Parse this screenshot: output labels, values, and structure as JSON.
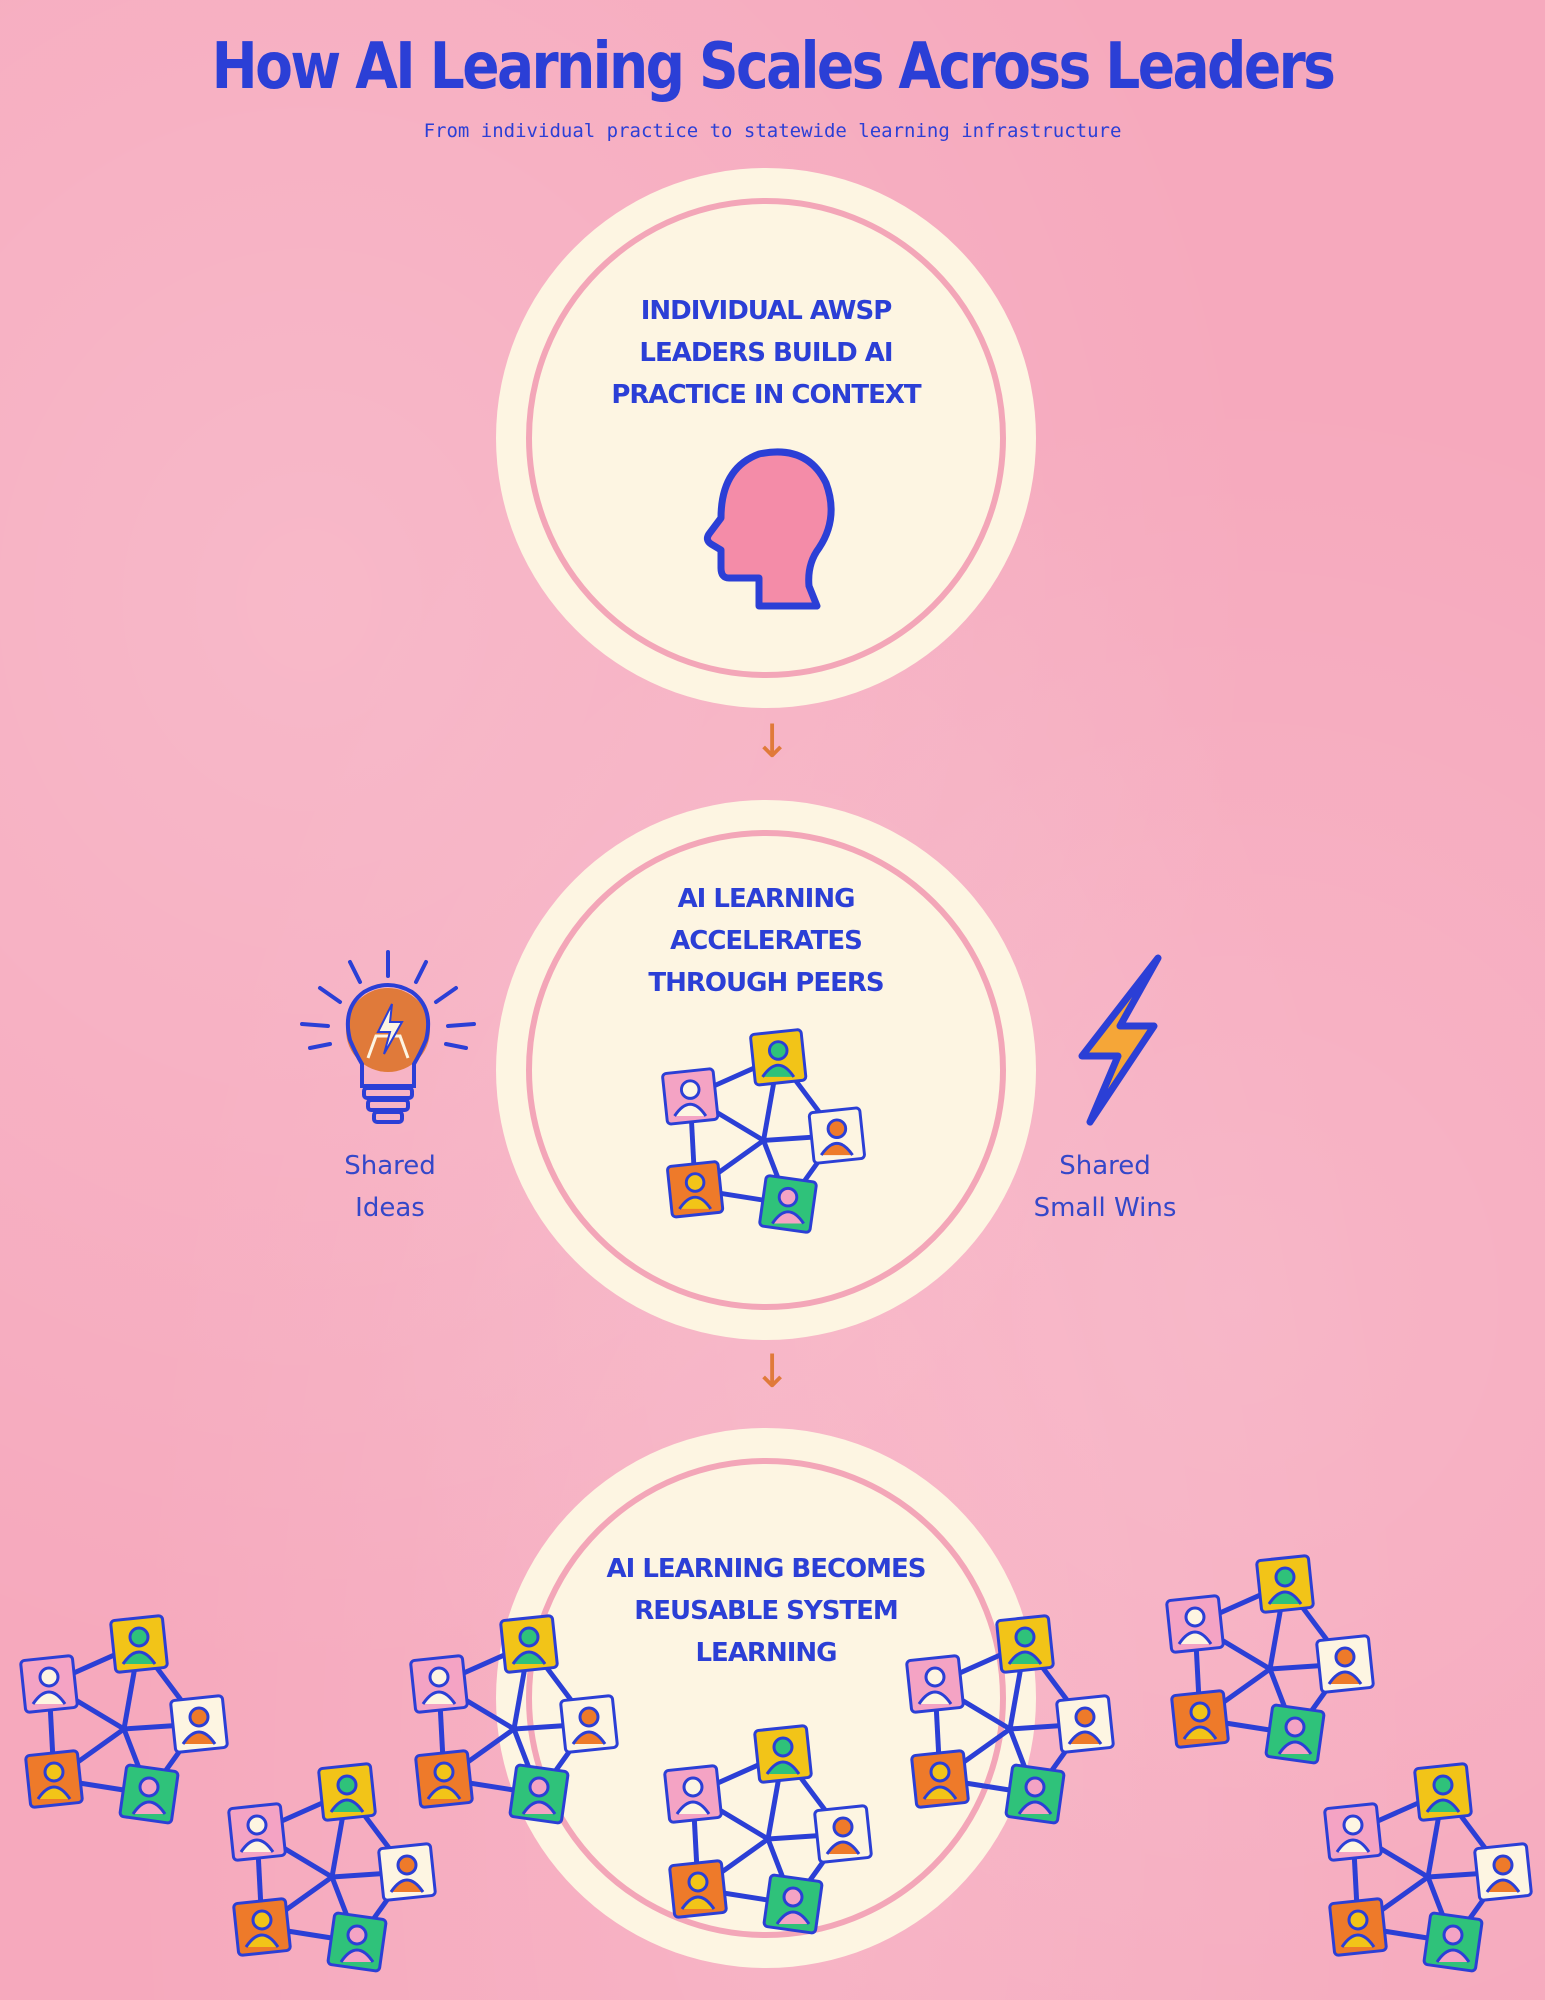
{
  "title": "How AI Learning Scales Across Leaders",
  "subtitle": "From individual practice to statewide learning infrastructure",
  "stages": [
    {
      "lines": [
        "INDIVIDUAL AWSP",
        "LEADERS BUILD AI",
        "PRACTICE IN CONTEXT"
      ],
      "icon": "head-profile-icon"
    },
    {
      "lines": [
        "AI LEARNING",
        "ACCELERATES",
        "THROUGH PEERS"
      ],
      "icon": "peer-network-icon"
    },
    {
      "lines": [
        "AI LEARNING BECOMES",
        "REUSABLE SYSTEM",
        "LEARNING"
      ],
      "icon": "peer-network-icon"
    }
  ],
  "arrows": [
    "↓",
    "↓"
  ],
  "side_labels": {
    "left": {
      "lines": [
        "Shared",
        "Ideas"
      ],
      "icon": "lightbulb-icon"
    },
    "right": {
      "lines": [
        "Shared",
        "Small Wins"
      ],
      "icon": "lightning-bolt-icon"
    }
  },
  "colors": {
    "background": "#f6a9bd",
    "primary_blue": "#2b3fd6",
    "circle_fill": "#fdf5e2",
    "ring": "#f3a6b8",
    "accent_orange": "#e07a3a",
    "node_yellow": "#f2c418",
    "node_pink": "#f4a3c4",
    "node_orange": "#ee7a2a",
    "node_green": "#2fc27a",
    "node_white": "#fdf5e2"
  }
}
